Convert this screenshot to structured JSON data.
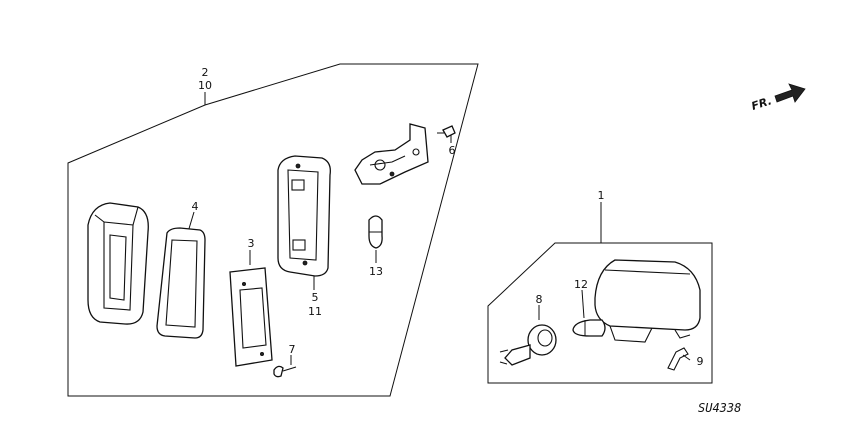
{
  "callouts": {
    "c1": "1",
    "c2": "2",
    "c3": "3",
    "c4": "4",
    "c5": "5",
    "c6": "6",
    "c7": "7",
    "c8": "8",
    "c9": "9",
    "c10": "10",
    "c11": "11",
    "c12": "12",
    "c13": "13"
  },
  "direction_label": "FR.",
  "diagram_code": "SU4338"
}
